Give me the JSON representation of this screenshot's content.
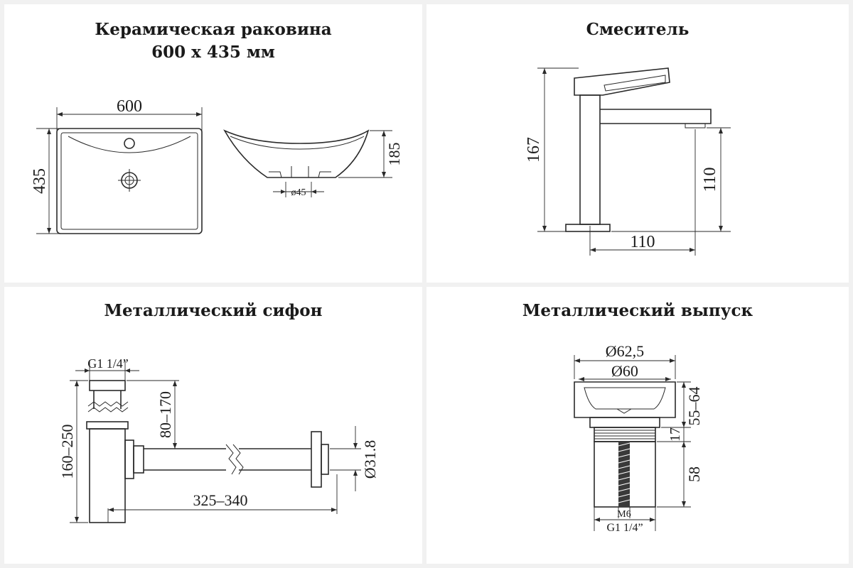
{
  "sink": {
    "title_line1": "Керамическая раковина",
    "title_line2": "600 х 435 мм",
    "dim_width": "600",
    "dim_depth": "435",
    "dim_height": "185",
    "dim_drain": "ø45"
  },
  "faucet": {
    "title": "Смеситель",
    "dim_height": "167",
    "dim_spout_height": "110",
    "dim_reach": "110"
  },
  "siphon": {
    "title": "Металлический сифон",
    "dim_thread": "G1 1/4”",
    "dim_height": "160–250",
    "dim_inlet": "80–170",
    "dim_pipe": "Ø31.8",
    "dim_length": "325–340"
  },
  "drain": {
    "title": "Металлический выпуск",
    "dim_outer": "Ø62,5",
    "dim_inner": "Ø60",
    "dim_range": "55–64",
    "dim_17": "17",
    "dim_58": "58",
    "dim_m6": "M6",
    "dim_thread": "G1 1/4”"
  }
}
